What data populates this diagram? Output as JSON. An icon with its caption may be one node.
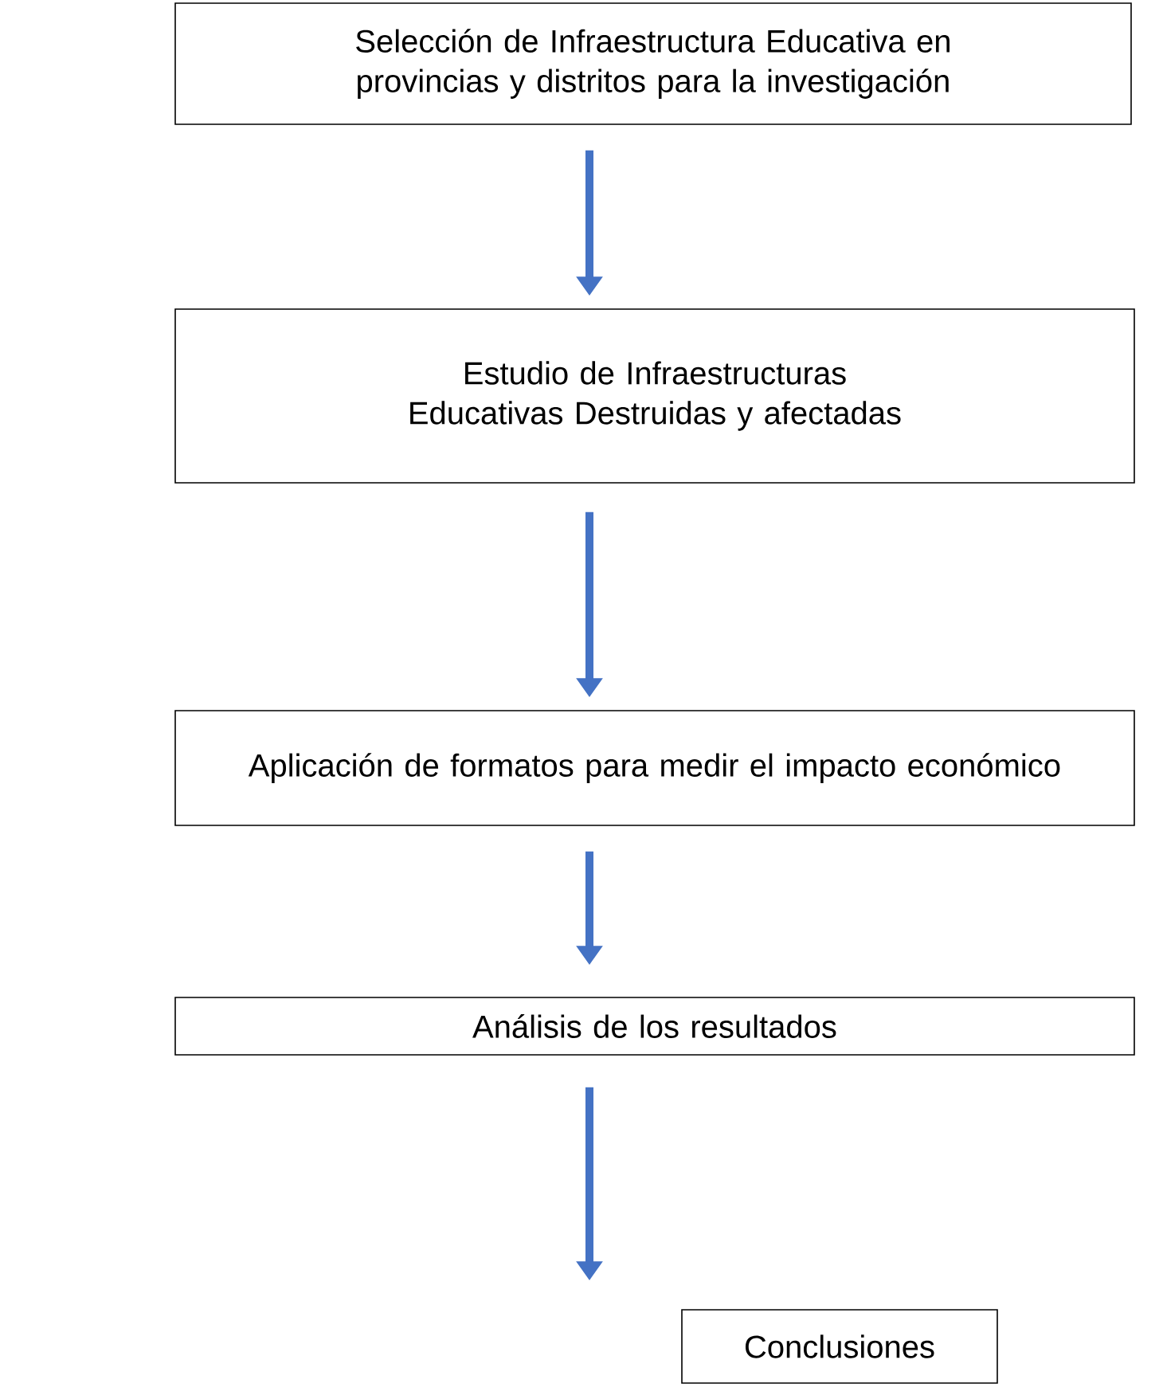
{
  "diagram": {
    "nodes": [
      {
        "text": [
          "Selección de Infraestructura Educativa en provincias y distritos para la investigación"
        ]
      },
      {
        "text": [
          "Estudio de Infraestructuras Educativas Destruidas y afectadas"
        ]
      },
      {
        "text": [
          "Aplicación de formatos para medir el impacto económico"
        ]
      },
      {
        "text": [
          "Análisis de los resultados"
        ]
      },
      {
        "text": [
          "Conclusiones"
        ]
      }
    ],
    "edges": [
      {
        "from": 0,
        "to": 1,
        "arrow": "to"
      },
      {
        "from": 1,
        "to": 2,
        "arrow": "to"
      },
      {
        "from": 2,
        "to": 3,
        "arrow": "to"
      },
      {
        "from": 3,
        "to": 4,
        "arrow": "to"
      }
    ]
  }
}
